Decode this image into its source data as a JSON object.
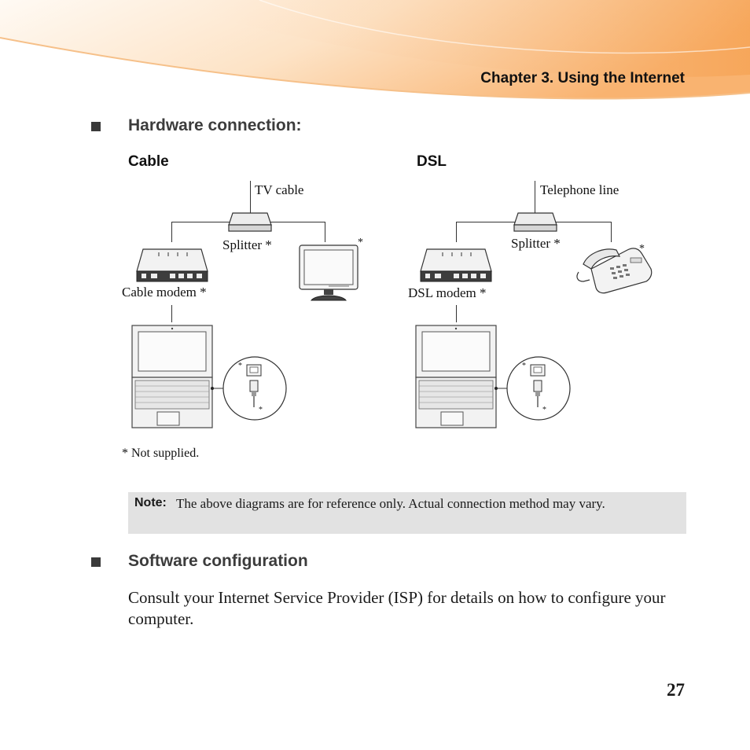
{
  "header": {
    "chapter": "Chapter 3. Using the Internet"
  },
  "sections": {
    "hardware": {
      "heading": "Hardware connection:"
    },
    "software": {
      "heading": "Software configuration",
      "body": "Consult your Internet Service Provider (ISP) for details on how to configure your computer."
    }
  },
  "diagrams": {
    "cable": {
      "title": "Cable",
      "input_label": "TV cable",
      "splitter_label": "Splitter *",
      "tv_marker": "*",
      "modem_label": "Cable modem *"
    },
    "dsl": {
      "title": "DSL",
      "input_label": "Telephone line",
      "splitter_label": "Splitter *",
      "phone_marker": "*",
      "modem_label": "DSL modem *"
    },
    "callout_marker": "*",
    "footnote": "* Not supplied."
  },
  "note": {
    "label": "Note:",
    "text": "The above diagrams are for reference only. Actual connection method may vary."
  },
  "page_number": "27",
  "colors": {
    "banner_start": "#fde6cf",
    "banner_end": "#f7a052",
    "bullet": "#3a3a3a",
    "note_bg": "#e2e2e2"
  }
}
